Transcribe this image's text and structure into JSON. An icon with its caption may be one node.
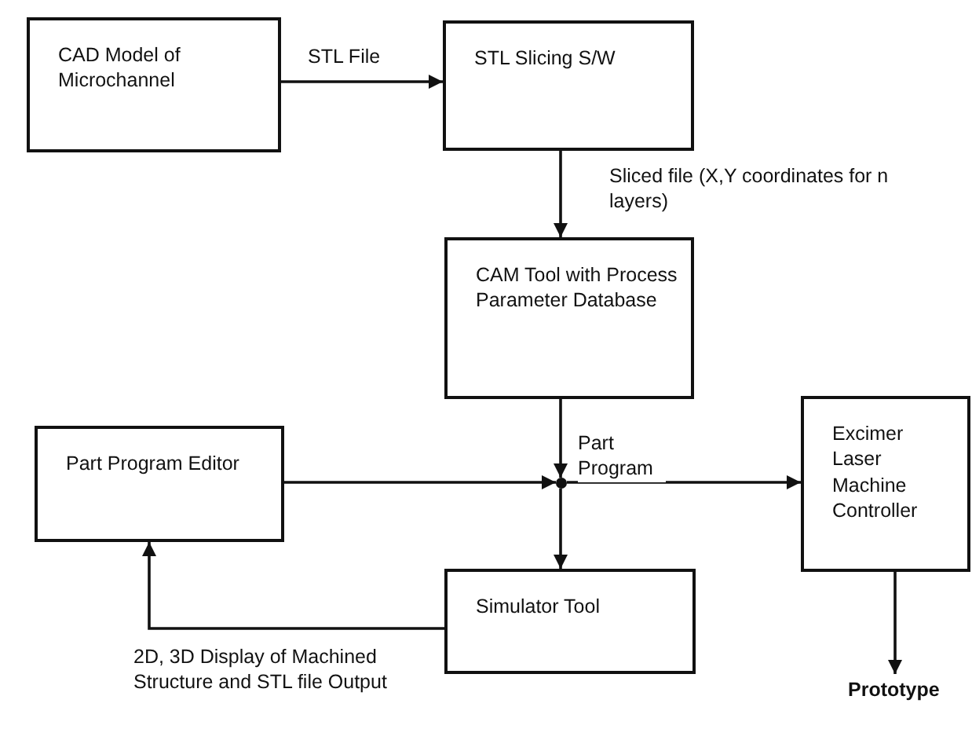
{
  "diagram": {
    "nodes": [
      {
        "text": [
          "CAD Model of Microchannel"
        ]
      },
      {
        "text": [
          "STL Slicing S/W"
        ]
      },
      {
        "text": [
          "CAM Tool with Process Parameter Database"
        ]
      },
      {
        "text": [
          "Part Program Editor"
        ]
      },
      {
        "text": [],
        "shape": "circle"
      },
      {
        "text": [
          "Excimer Laser Machine Controller"
        ]
      },
      {
        "text": [
          "Simulator Tool"
        ]
      },
      {
        "text": [
          "Prototype"
        ]
      }
    ],
    "edges": [
      {
        "from": 0,
        "to": 1,
        "arrow": "to",
        "label": "STL File"
      },
      {
        "from": 1,
        "to": 2,
        "arrow": "to",
        "label": "Sliced file (X,Y coordinates for n layers)"
      },
      {
        "from": 2,
        "to": 4,
        "arrow": "to",
        "label": "Part Program"
      },
      {
        "from": 3,
        "to": 4,
        "arrow": "to"
      },
      {
        "from": 4,
        "to": 6,
        "arrow": "to"
      },
      {
        "from": 4,
        "to": 5,
        "arrow": "to"
      },
      {
        "from": 5,
        "to": 7,
        "arrow": "to"
      },
      {
        "from": 6,
        "to": 3,
        "arrow": "to",
        "label": "2D, 3D Display of Machined Structure and STL file Output"
      }
    ]
  }
}
